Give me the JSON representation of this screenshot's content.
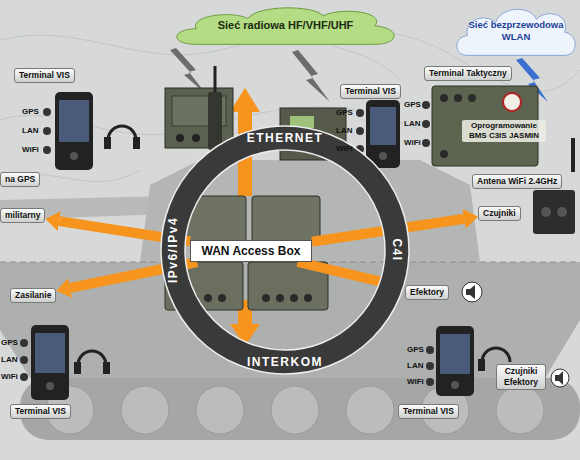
{
  "diagram": {
    "nodes": [
      {
        "text": [
          "Sieć radiowa HF/VHF/UHF"
        ]
      },
      {
        "text": [
          "Sieć bezprzewodowa WLAN"
        ]
      },
      {
        "text": [
          "Terminal VIS"
        ]
      },
      {
        "text": [
          "Terminal VIS"
        ]
      },
      {
        "text": [
          "Terminal Taktyczny",
          "Oprogramowanie BMS C3IS JASMIN"
        ]
      },
      {
        "text": [
          "na GPS"
        ]
      },
      {
        "text": [
          "Antena WiFi 2.4GHz"
        ]
      },
      {
        "text": [
          "militarny"
        ]
      },
      {
        "text": [
          "Czujniki"
        ]
      },
      {
        "text": [
          "WAN Access Box"
        ]
      },
      {
        "text": [
          "Zasilanie"
        ]
      },
      {
        "text": [
          "Efektory"
        ]
      },
      {
        "text": [
          "Czujniki Efektory"
        ]
      },
      {
        "text": [
          "Terminal VIS"
        ]
      },
      {
        "text": [
          "Terminal VIS"
        ]
      }
    ],
    "edges": [
      {
        "from": 9,
        "to": 7,
        "arrow": "to"
      },
      {
        "from": 9,
        "to": 8,
        "arrow": "to"
      },
      {
        "from": 9,
        "to": 10,
        "arrow": "to"
      },
      {
        "from": 9,
        "to": 11,
        "arrow": "to"
      }
    ],
    "labels": [
      "GPS",
      "LAN",
      "WiFi",
      "GPS",
      "LAN",
      "WiFi",
      "GPS",
      "LAN",
      "WiFi",
      "ETHERNET",
      "IPv6/IPv4",
      "C4I",
      "INTERKOM",
      "GPS",
      "LAN",
      "WiFi",
      "GPS",
      "LAN",
      "WiFi"
    ]
  }
}
